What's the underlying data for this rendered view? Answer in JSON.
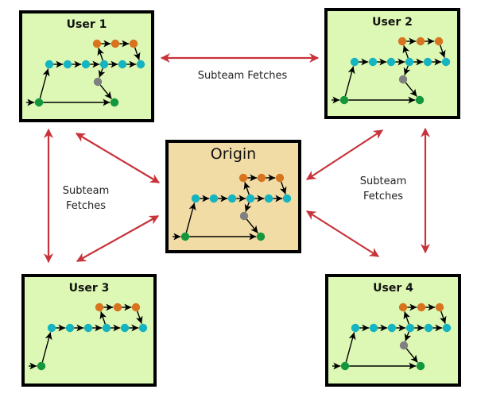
{
  "colors": {
    "user_box_fill": "#dcf8b4",
    "origin_box_fill": "#f1dca6",
    "fetch_arrow": "#c8323a",
    "commit_main": "#14b4c0",
    "commit_branch": "#d8741e",
    "commit_gray": "#808080",
    "commit_green": "#14963c"
  },
  "repos": [
    {
      "id": "user1",
      "title": "User 1",
      "type": "user",
      "has_gray_branch": true
    },
    {
      "id": "user2",
      "title": "User 2",
      "type": "user",
      "has_gray_branch": true
    },
    {
      "id": "origin",
      "title": "Origin",
      "type": "origin",
      "has_gray_branch": true
    },
    {
      "id": "user3",
      "title": "User 3",
      "type": "user",
      "has_gray_branch": false
    },
    {
      "id": "user4",
      "title": "User 4",
      "type": "user",
      "has_gray_branch": true
    }
  ],
  "labels": {
    "top": "Subteam Fetches",
    "left": [
      "Subteam",
      "Fetches"
    ],
    "right": [
      "Subteam",
      "Fetches"
    ]
  },
  "connections": [
    {
      "from": "user1",
      "to": "user2",
      "label": "top"
    },
    {
      "from": "user1",
      "to": "user3",
      "label": "left"
    },
    {
      "from": "user2",
      "to": "user4",
      "label": "right"
    },
    {
      "from": "user1",
      "to": "origin"
    },
    {
      "from": "user2",
      "to": "origin"
    },
    {
      "from": "user3",
      "to": "origin"
    },
    {
      "from": "user4",
      "to": "origin"
    }
  ]
}
